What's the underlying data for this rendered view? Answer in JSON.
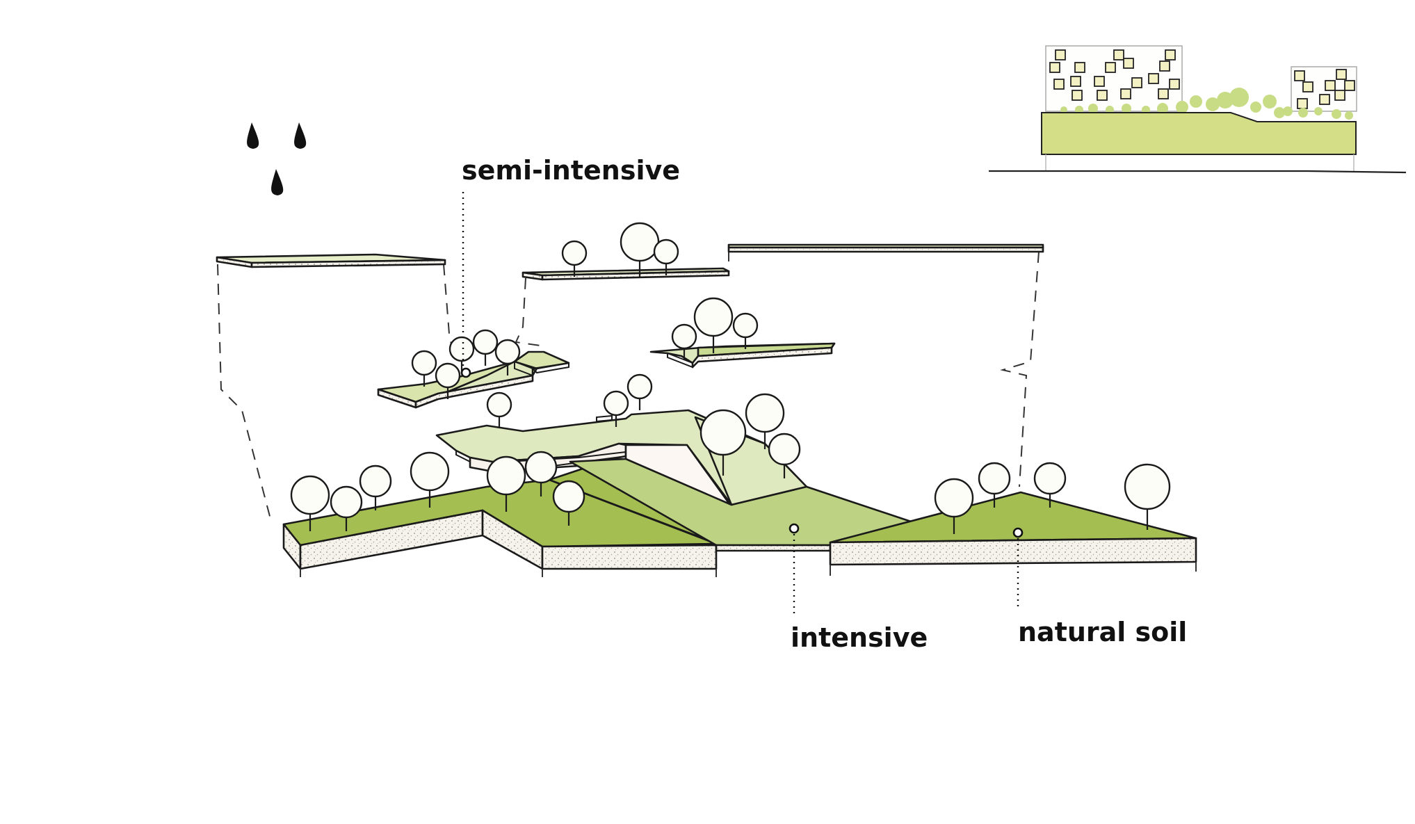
{
  "labels": {
    "semi_intensive": "semi-intensive",
    "intensive": "intensive",
    "natural_soil": "natural soil"
  },
  "colors": {
    "grass_dark": "#a4be52",
    "grass_mid": "#bed283",
    "grass_light": "#dfe9bf",
    "grass_pale": "#e6edc9",
    "soil_fill": "#f6f3ec",
    "wall_fill": "#fdf7f4",
    "inset_green": "#d4de86",
    "inset_green_light": "#c8dc85",
    "window_fill": "#f3f1c4",
    "rain": "#111111"
  }
}
